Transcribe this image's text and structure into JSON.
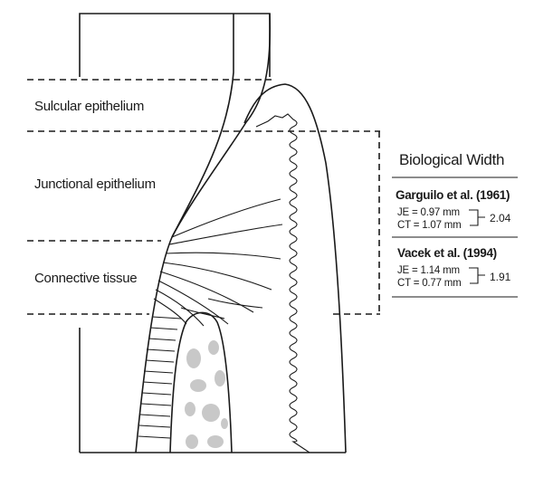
{
  "zones": {
    "sulcular": "Sulcular epithelium",
    "junctional": "Junctional epithelium",
    "connective": "Connective tissue"
  },
  "biological_width": {
    "title": "Biological Width",
    "studies": [
      {
        "name": "Garguilo et al. (1961)",
        "je": "JE = 0.97 mm",
        "ct": "CT = 1.07 mm",
        "total": "2.04"
      },
      {
        "name": "Vacek et al. (1994)",
        "je": "JE = 1.14 mm",
        "ct": "CT = 0.77 mm",
        "total": "1.91"
      }
    ]
  },
  "colors": {
    "line": "#1a1a1a",
    "bone": "#c8c8c8"
  }
}
